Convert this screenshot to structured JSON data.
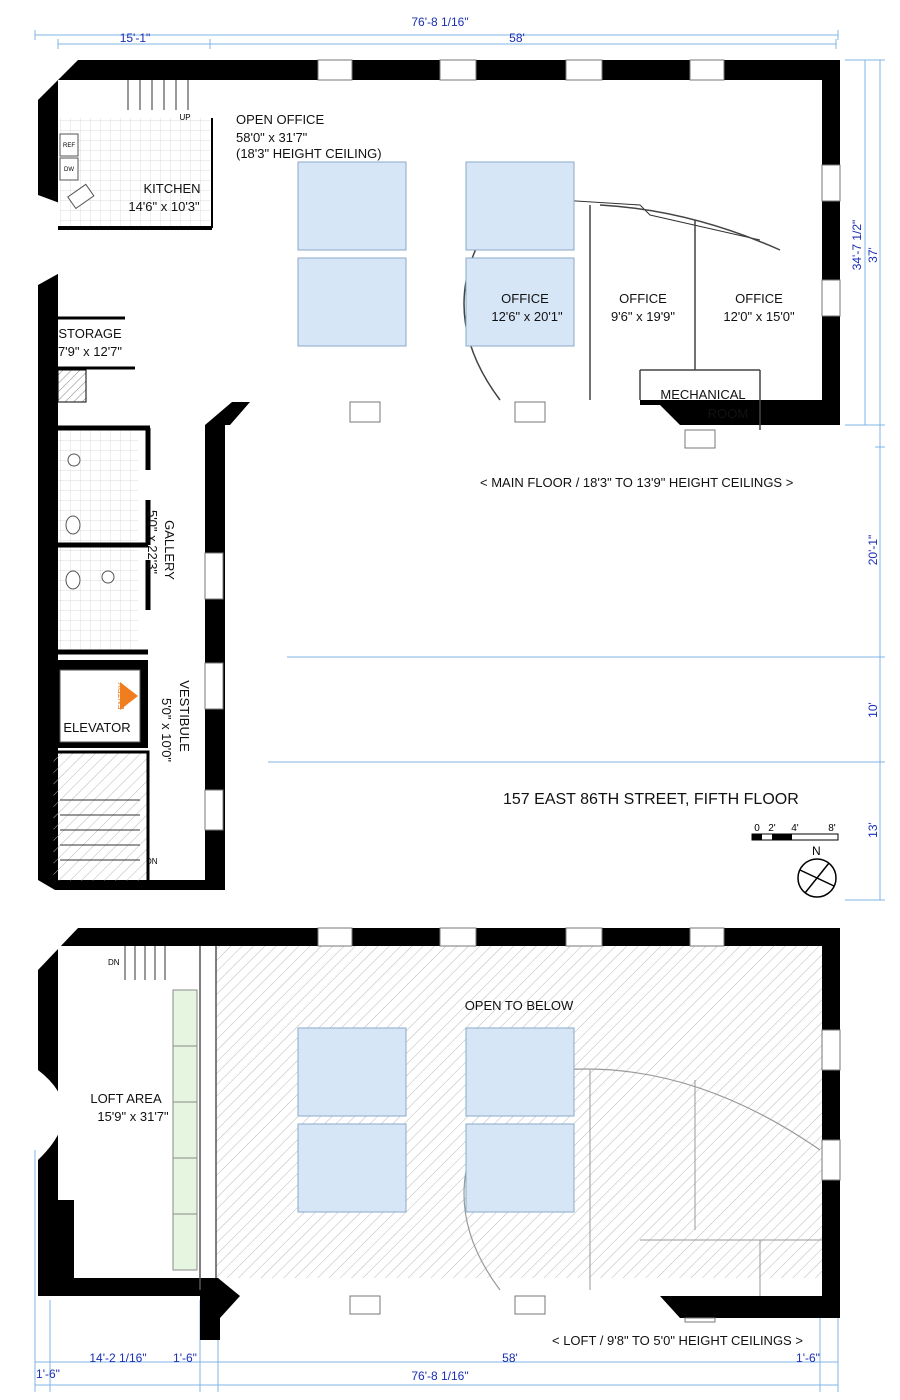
{
  "dimensions": {
    "top_total": "76'-8 1/16\"",
    "top_left": "15'-1\"",
    "top_right": "58'",
    "right_upper": "34'-7 1/2\"",
    "right_total": "37'",
    "right_mid": "20'-1\"",
    "right_ten": "10'",
    "right_thirteen": "13'",
    "bottom_small_left": "1'-6\"",
    "bottom_left": "14'-2 1/16\"",
    "bottom_mid_small": "1'-6\"",
    "bottom_right": "58'",
    "bottom_right_small": "1'-6\"",
    "bottom_total": "76'-8 1/16\""
  },
  "main_floor": {
    "open_office": {
      "name": "OPEN OFFICE",
      "size": "58'0\" x 31'7\"",
      "note": "(18'3\" HEIGHT CEILING)"
    },
    "kitchen": {
      "name": "KITCHEN",
      "size": "14'6\" x 10'3\"",
      "ref": "REF",
      "dw": "DW",
      "up": "UP"
    },
    "storage": {
      "name": "STORAGE",
      "size": "7'9\" x 12'7\""
    },
    "office1": {
      "name": "OFFICE",
      "size": "12'6\" x 20'1\""
    },
    "office2": {
      "name": "OFFICE",
      "size": "9'6\" x 19'9\""
    },
    "office3": {
      "name": "OFFICE",
      "size": "12'0\" x 15'0\""
    },
    "mechanical": {
      "name": "MECHANICAL",
      "name2": "ROOM"
    },
    "gallery": {
      "name": "GALLERY",
      "size": "5'0\" x 22'3\""
    },
    "vestibule": {
      "name": "VESTIBULE",
      "size": "5'0\" x 10'0\""
    },
    "elevator": {
      "name": "ELEVATOR"
    },
    "entry": "ENTRY",
    "stair_dn": "DN",
    "caption": "< MAIN FLOOR / 18'3\" TO 13'9\" HEIGHT CEILINGS >"
  },
  "address": "157 EAST 86TH STREET, FIFTH FLOOR",
  "scale": {
    "labels": [
      "0",
      "2'",
      "4'",
      "8'"
    ]
  },
  "compass": "N",
  "loft": {
    "open_to_below": "OPEN TO BELOW",
    "loft_area": {
      "name": "LOFT AREA",
      "size": "15'9\" x 31'7\""
    },
    "stair_dn": "DN",
    "caption": "< LOFT / 9'8\" TO 5'0\" HEIGHT CEILINGS >"
  },
  "colors": {
    "wall": "#000000",
    "dimension_text": "#1a2fb4",
    "dimension_line": "#7fb4e6",
    "skylight": "#d6e6f7",
    "entry_arrow": "#f07e1e",
    "loft_glass": "#e5f5e0"
  }
}
